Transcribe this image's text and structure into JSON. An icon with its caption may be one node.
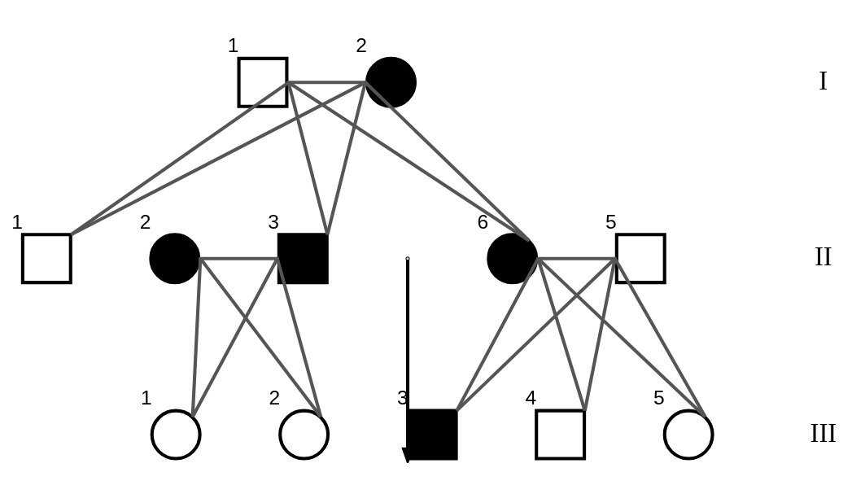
{
  "diagram": {
    "nodes": [
      {
        "text": [],
        "shape": "box",
        "beside": [
          "1"
        ]
      },
      {
        "text": [],
        "shape": "circle",
        "beside": [
          "2"
        ]
      },
      {
        "text": [],
        "shape": "box",
        "beside": [
          "1"
        ]
      },
      {
        "text": [],
        "shape": "circle",
        "beside": [
          "2"
        ]
      },
      {
        "text": [],
        "shape": "box",
        "beside": [
          "3"
        ]
      },
      {
        "text": [],
        "shape": "circle",
        "beside": [
          "6"
        ]
      },
      {
        "text": [],
        "shape": "box",
        "beside": [
          "5"
        ]
      },
      {
        "text": [],
        "shape": "circle",
        "beside": [
          "1"
        ]
      },
      {
        "text": [],
        "shape": "circle",
        "beside": [
          "2"
        ]
      },
      {
        "text": [],
        "shape": "box",
        "beside": [
          "3"
        ]
      },
      {
        "text": [],
        "shape": "box",
        "beside": [
          "4"
        ]
      },
      {
        "text": [],
        "shape": "circle",
        "beside": [
          "5"
        ]
      }
    ],
    "edges": [
      {
        "from": 0,
        "to": 1,
        "arrow": "none"
      },
      {
        "from": 0,
        "to": 2,
        "arrow": "none"
      },
      {
        "from": 1,
        "to": 2,
        "arrow": "none"
      },
      {
        "from": 0,
        "to": 4,
        "arrow": "none"
      },
      {
        "from": 1,
        "to": 4,
        "arrow": "none"
      },
      {
        "from": 0,
        "to": 5,
        "arrow": "none"
      },
      {
        "from": 1,
        "to": 5,
        "arrow": "none"
      },
      {
        "from": 3,
        "to": 4,
        "arrow": "none"
      },
      {
        "from": 3,
        "to": 7,
        "arrow": "none"
      },
      {
        "from": 4,
        "to": 7,
        "arrow": "none"
      },
      {
        "from": 3,
        "to": 8,
        "arrow": "none"
      },
      {
        "from": 4,
        "to": 8,
        "arrow": "none"
      },
      {
        "from": 5,
        "to": 6,
        "arrow": "none"
      },
      {
        "from": 5,
        "to": 9,
        "arrow": "none"
      },
      {
        "from": 6,
        "to": 9,
        "arrow": "none"
      },
      {
        "from": 5,
        "to": 10,
        "arrow": "none"
      },
      {
        "from": 6,
        "to": 10,
        "arrow": "none"
      },
      {
        "from": 5,
        "to": 11,
        "arrow": "none"
      },
      {
        "from": 6,
        "to": 11,
        "arrow": "none"
      },
      {
        "from": null,
        "to": 9,
        "arrow": "to"
      }
    ],
    "labels": [
      "I",
      "II",
      "III"
    ]
  }
}
